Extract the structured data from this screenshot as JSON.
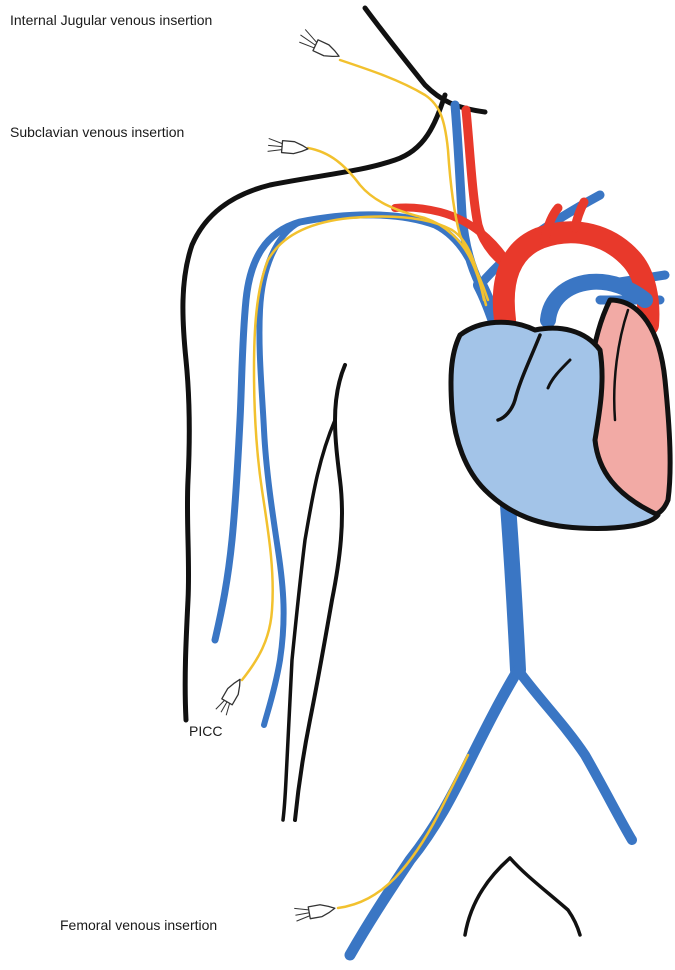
{
  "labels": {
    "jugular": "Internal Jugular venous insertion",
    "subclavian": "Subclavian venous insertion",
    "picc": "PICC",
    "femoral": "Femoral venous insertion"
  },
  "colors": {
    "vein": "#3a76c4",
    "artery": "#e8392b",
    "catheter": "#f2c12e",
    "outline": "#111111",
    "heart_right": "#a3c4e8",
    "heart_left": "#f2aaa5"
  }
}
